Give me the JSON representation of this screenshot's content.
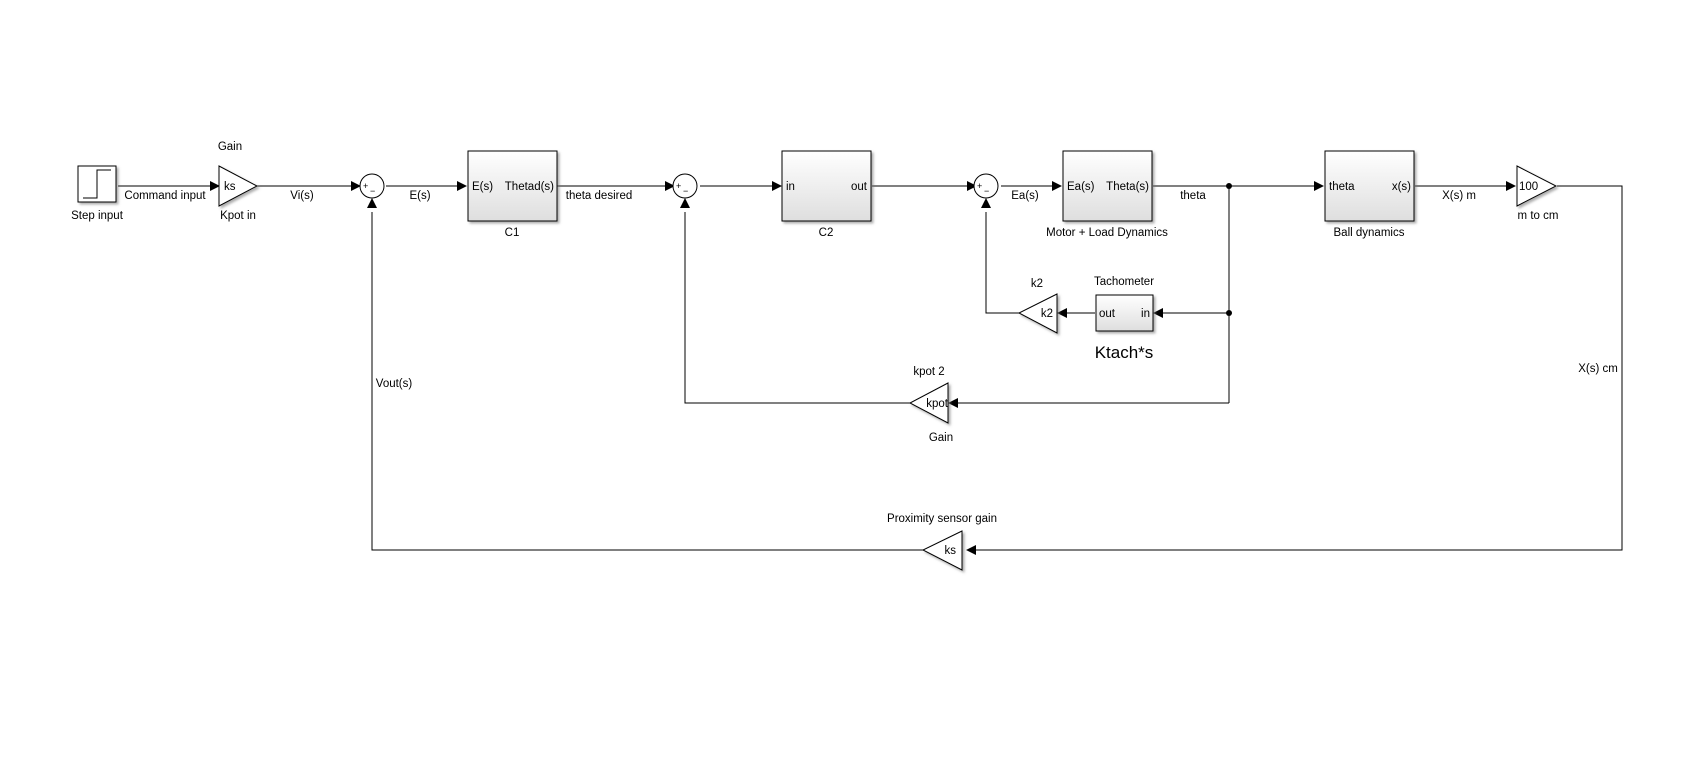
{
  "diagram": {
    "blocks": {
      "step": {
        "name": "Step input"
      },
      "kpot_in": {
        "top_label": "Gain",
        "content": "ks",
        "name": "Kpot in"
      },
      "c1": {
        "in_port": "E(s)",
        "out_port": "Thetad(s)",
        "name": "C1"
      },
      "c2": {
        "in_port": "in",
        "out_port": "out",
        "name": "C2"
      },
      "motor": {
        "in_port": "Ea(s)",
        "out_port": "Theta(s)",
        "name": "Motor + Load Dynamics"
      },
      "ball": {
        "in_port": "theta",
        "out_port": "x(s)",
        "name": "Ball dynamics"
      },
      "m_to_cm": {
        "content": "100",
        "name": "m to cm"
      },
      "k2": {
        "top_label": "k2",
        "content": "k2"
      },
      "tach": {
        "top_label": "Tachometer",
        "in_port": "in",
        "out_port": "out",
        "name": "Ktach*s"
      },
      "kpot2": {
        "top_label": "kpot 2",
        "content": "kpot",
        "name": "Gain"
      },
      "prox": {
        "top_label": "Proximity sensor gain",
        "content": "ks"
      }
    },
    "sum_signs": {
      "plus": "+",
      "minus": "−"
    },
    "signals": {
      "command_input": "Command input",
      "vi": "Vi(s)",
      "e": "E(s)",
      "theta_desired": "theta desired",
      "ea": "Ea(s)",
      "theta": "theta",
      "x_m": "X(s) m",
      "x_cm": "X(s) cm",
      "vout": "Vout(s)"
    }
  }
}
